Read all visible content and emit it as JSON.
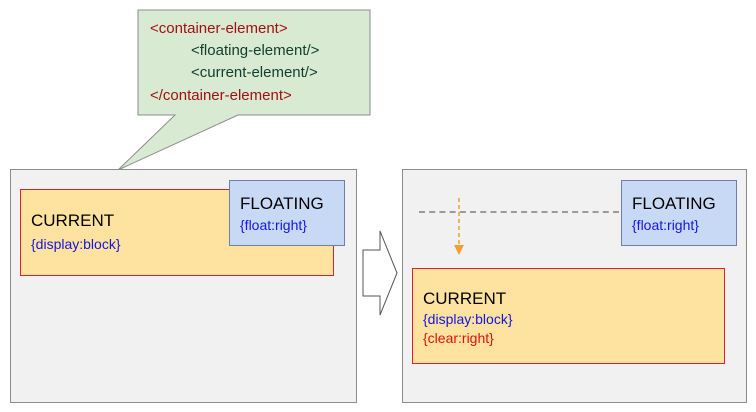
{
  "callout": {
    "lines": [
      "<container-element>",
      "<floating-element/>",
      "<current-element/>",
      "</container-element>"
    ],
    "colors": {
      "tag_outer": "#a01010",
      "tag_inner": "#0f3d2e",
      "fill": "#d9ead3",
      "border": "#8c8c8c"
    }
  },
  "before": {
    "current": {
      "title": "CURRENT",
      "rule": "{display:block}"
    },
    "floating": {
      "title": "FLOATING",
      "rule": "{float:right}"
    }
  },
  "arrow_icon": "right-arrow-icon",
  "after": {
    "current": {
      "title": "CURRENT",
      "rule": "{display:block}",
      "clear_rule": "{clear:right}"
    },
    "floating": {
      "title": "FLOATING",
      "rule": "{float:right}"
    }
  },
  "colors": {
    "panel_bg": "#f1f1f1",
    "current_bg": "#fde39f",
    "current_border": "#e0202a",
    "floating_bg": "#c8d9f5",
    "css_blue": "#1515e0",
    "css_red": "#e01010",
    "guide_arrow": "#f0a030"
  }
}
